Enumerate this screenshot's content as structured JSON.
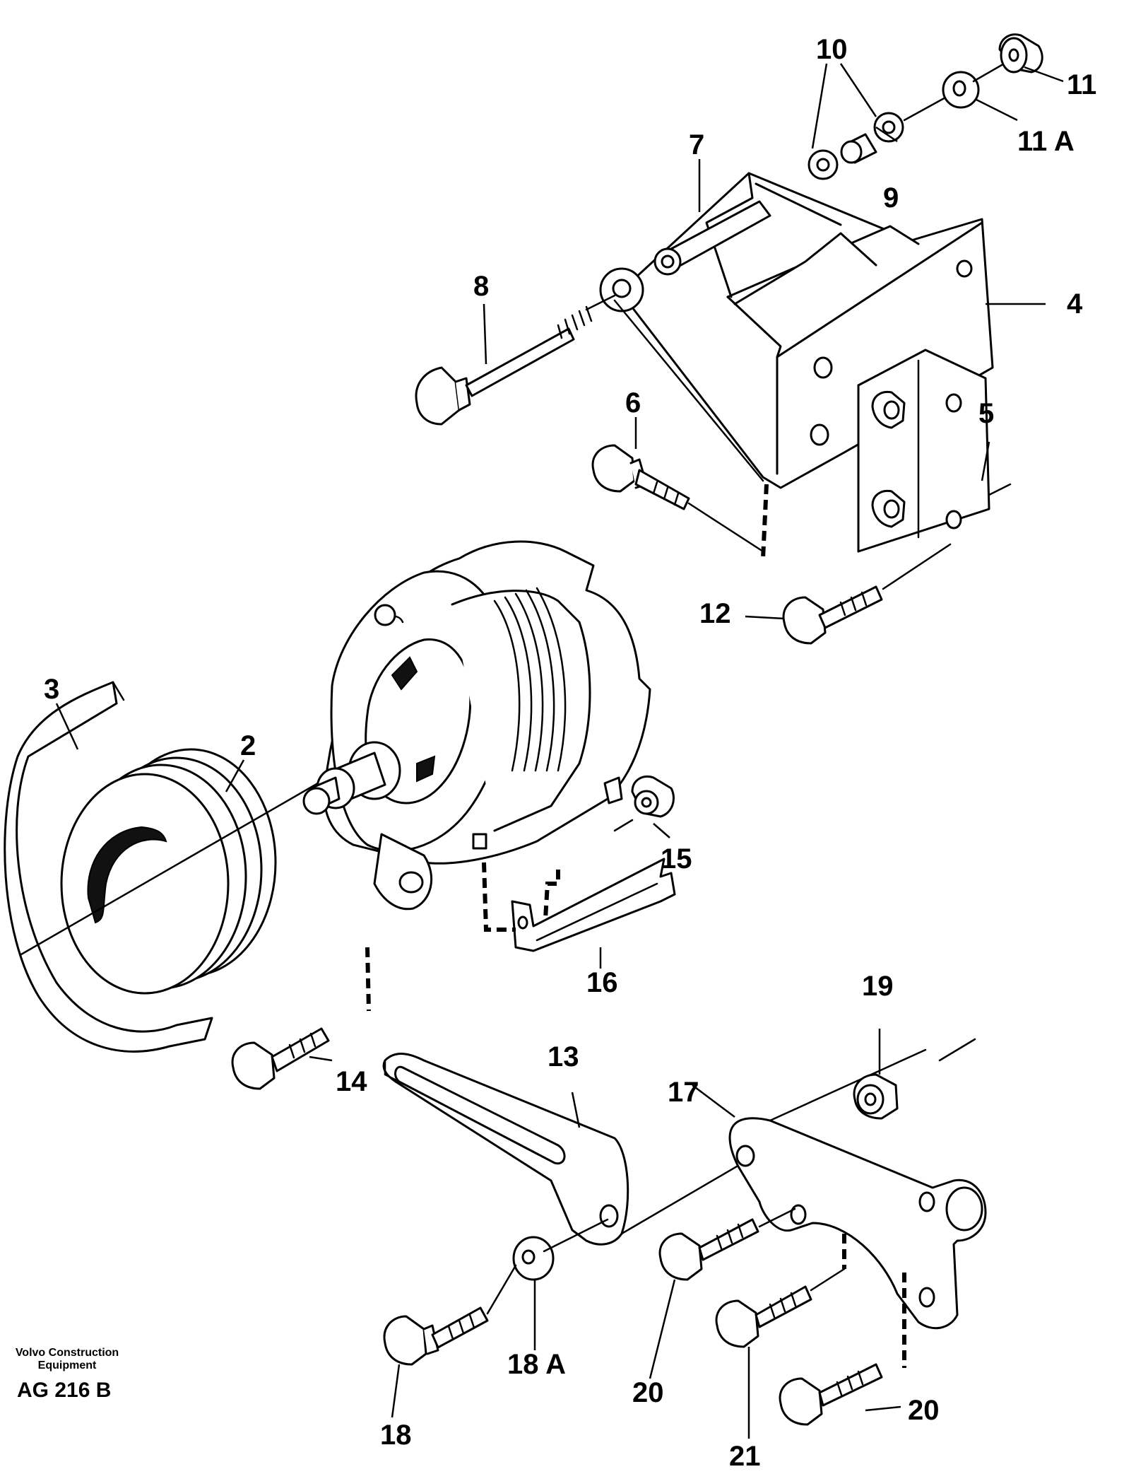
{
  "callouts": {
    "c2": "2",
    "c3": "3",
    "c4": "4",
    "c5": "5",
    "c6": "6",
    "c7": "7",
    "c8": "8",
    "c9": "9",
    "c10": "10",
    "c11": "11",
    "c11a": "11 A",
    "c12": "12",
    "c13": "13",
    "c14": "14",
    "c15": "15",
    "c16": "16",
    "c17": "17",
    "c18": "18",
    "c18a": "18 A",
    "c19": "19",
    "c20a": "20",
    "c20b": "20",
    "c21": "21"
  },
  "footer": {
    "brand_line1": "Volvo Construction",
    "brand_line2": "Equipment",
    "reference": "AG 216 B"
  }
}
